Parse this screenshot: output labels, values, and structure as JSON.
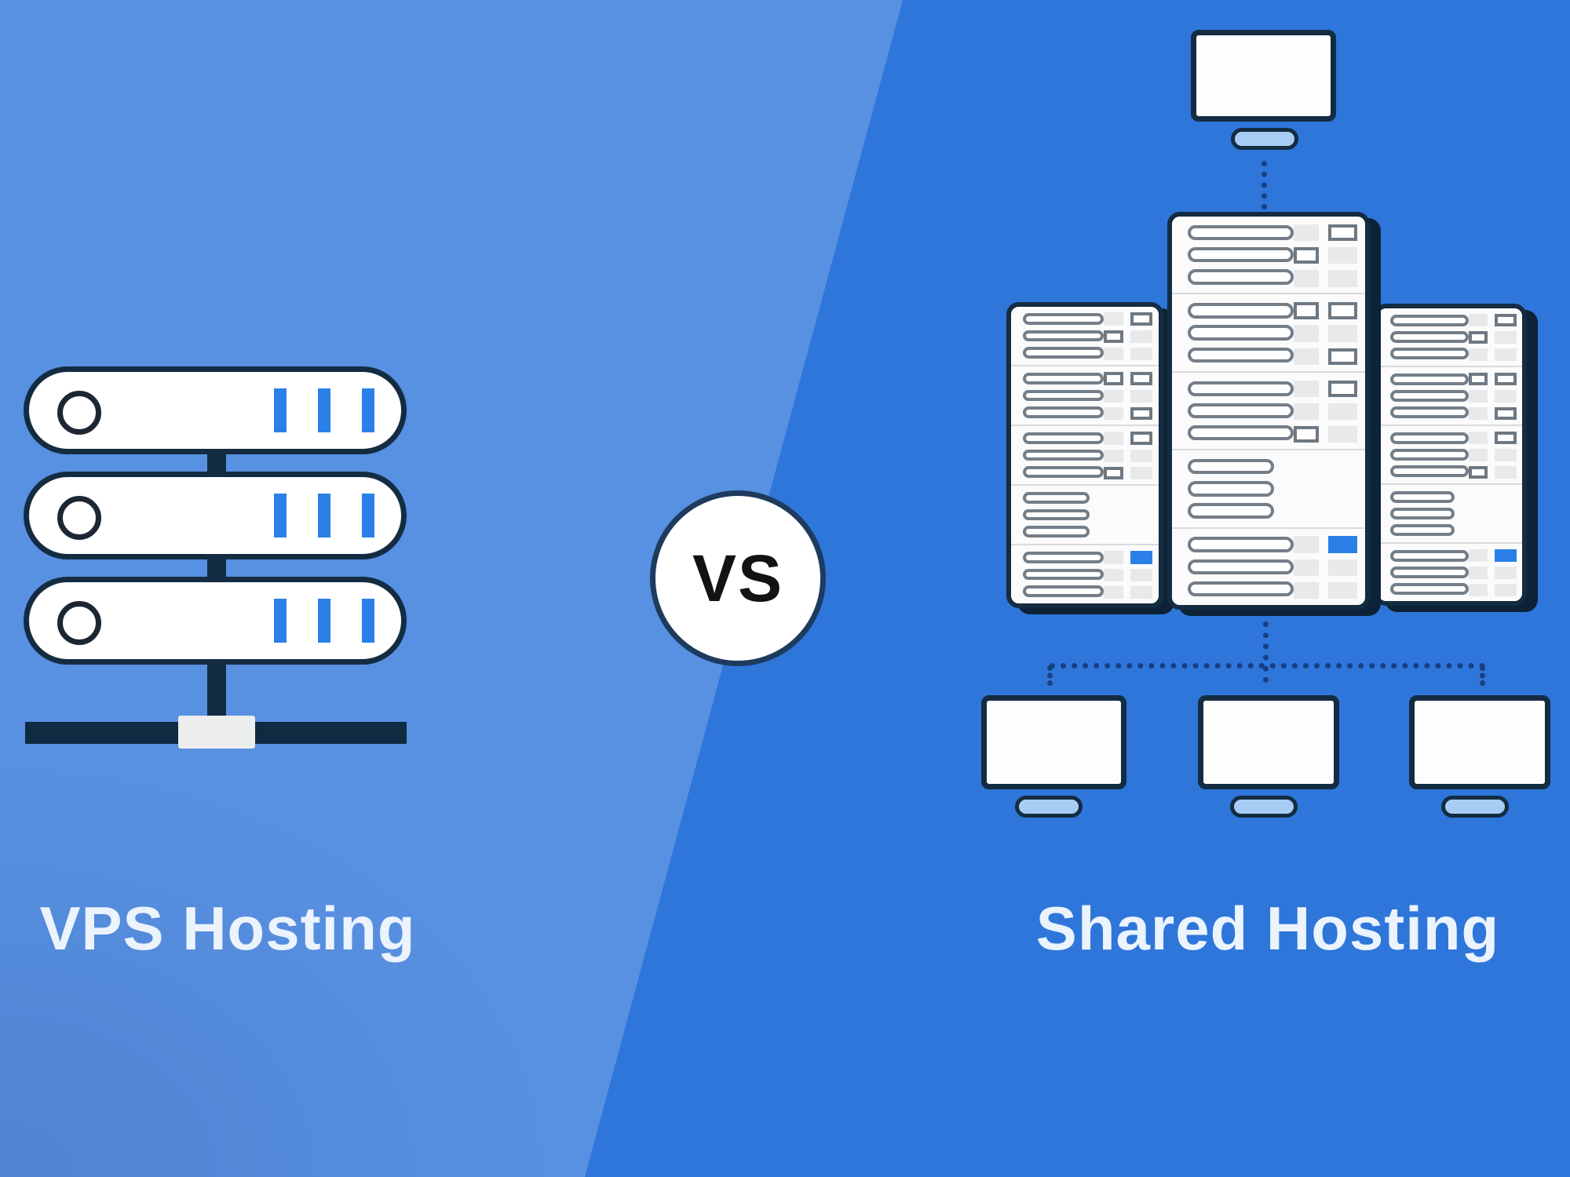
{
  "titles": {
    "left": "VPS Hosting",
    "right": "Shared Hosting"
  },
  "vs_badge": {
    "label": "VS"
  },
  "colors": {
    "left_background": "#5890e2",
    "right_background": "#2e76da",
    "accent_blue": "#2b80e8",
    "outline_navy": "#142c42",
    "dotted_line": "#163f85",
    "monitor_stand_blue": "#a8cdf5",
    "title_text": "#ebf3fd",
    "vs_text": "#121212"
  },
  "left_illustration": {
    "name": "vps-server-stack",
    "server_units": 3,
    "indicator_bars_per_unit": 3,
    "has_network_base_bar": true
  },
  "right_illustration": {
    "name": "shared-hosting-cluster",
    "top_monitor_count": 1,
    "client_monitor_count": 3,
    "towers": [
      {
        "id": "tower-left",
        "sections": [
          "a",
          "b",
          "c",
          "pills",
          "blue"
        ]
      },
      {
        "id": "tower-middle",
        "sections": [
          "a",
          "b",
          "c",
          "pills",
          "blue"
        ]
      },
      {
        "id": "tower-right",
        "sections": [
          "a",
          "b",
          "c",
          "pills",
          "blue"
        ]
      }
    ]
  }
}
